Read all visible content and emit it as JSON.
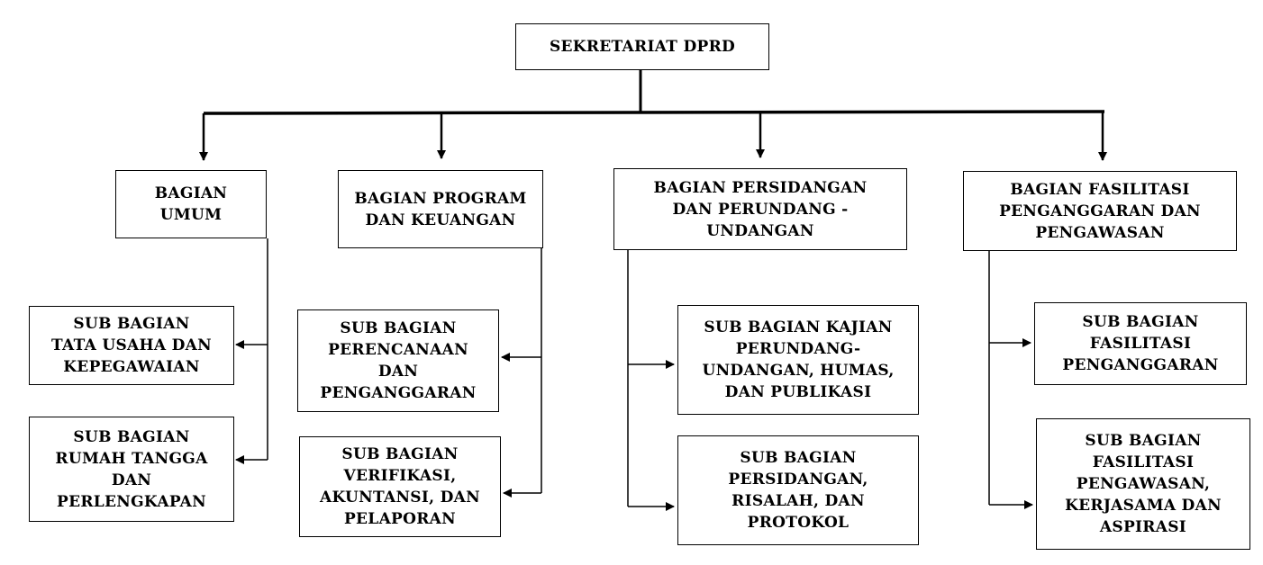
{
  "root": {
    "lines": [
      "SEKRETARIAT DPRD"
    ]
  },
  "departments": [
    {
      "lines": [
        "BAGIAN",
        "UMUM"
      ],
      "subs": [
        {
          "lines": [
            "SUB BAGIAN",
            "TATA USAHA DAN",
            "KEPEGAWAIAN"
          ]
        },
        {
          "lines": [
            "SUB BAGIAN",
            "RUMAH TANGGA",
            "DAN",
            "PERLENGKAPAN"
          ]
        }
      ]
    },
    {
      "lines": [
        "BAGIAN PROGRAM",
        "DAN KEUANGAN"
      ],
      "subs": [
        {
          "lines": [
            "SUB BAGIAN",
            "PERENCANAAN",
            "DAN",
            "PENGANGGARAN"
          ]
        },
        {
          "lines": [
            "SUB BAGIAN",
            "VERIFIKASI,",
            "AKUNTANSI, DAN",
            "PELAPORAN"
          ]
        }
      ]
    },
    {
      "lines": [
        "BAGIAN PERSIDANGAN",
        "DAN PERUNDANG -",
        "UNDANGAN"
      ],
      "subs": [
        {
          "lines": [
            "SUB BAGIAN KAJIAN",
            "PERUNDANG-",
            "UNDANGAN, HUMAS,",
            "DAN PUBLIKASI"
          ]
        },
        {
          "lines": [
            "SUB BAGIAN",
            "PERSIDANGAN,",
            "RISALAH, DAN",
            "PROTOKOL"
          ]
        }
      ]
    },
    {
      "lines": [
        "BAGIAN FASILITASI",
        "PENGANGGARAN DAN",
        "PENGAWASAN"
      ],
      "subs": [
        {
          "lines": [
            "SUB BAGIAN",
            "FASILITASI",
            "PENGANGGARAN"
          ]
        },
        {
          "lines": [
            "SUB BAGIAN",
            "FASILITASI",
            "PENGAWASAN,",
            "KERJASAMA DAN",
            "ASPIRASI"
          ]
        }
      ]
    }
  ]
}
